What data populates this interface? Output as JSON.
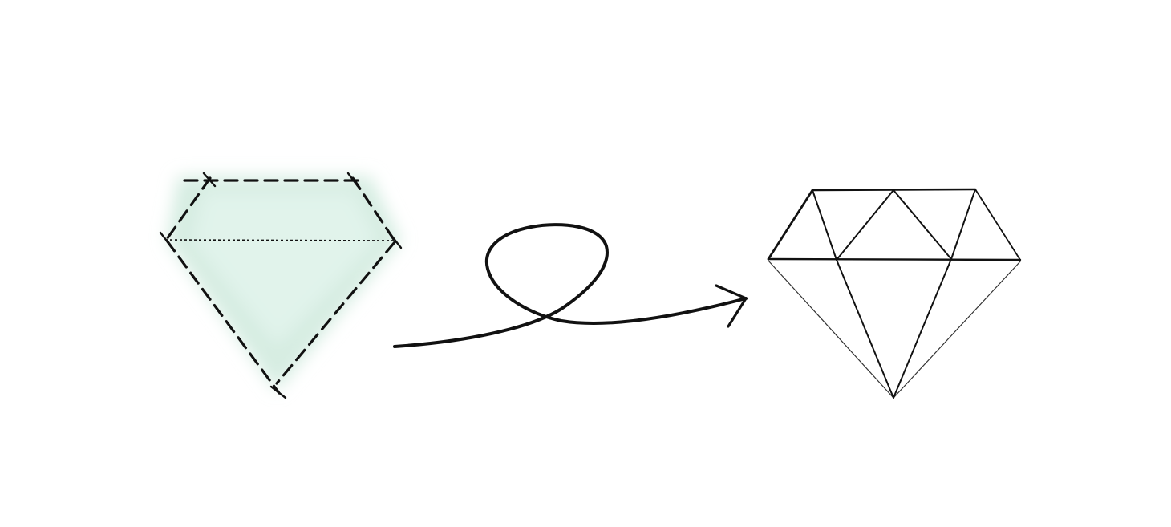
{
  "diagram": {
    "description_visible_text": "",
    "elements": [
      {
        "name": "sketch-diamond",
        "style": "dashed outline with green wash"
      },
      {
        "name": "loop-arrow",
        "style": "hand-drawn curved arrow with loop"
      },
      {
        "name": "faceted-diamond",
        "style": "clean line-art gem"
      }
    ]
  },
  "colors": {
    "background": "#ffffff",
    "ink": "#111111",
    "wash": "#cfe9dc",
    "wash_light": "#e4f4ec"
  },
  "icons": {
    "left": "rough-diamond-sketch-icon",
    "middle": "loop-arrow-icon",
    "right": "cut-diamond-icon"
  }
}
